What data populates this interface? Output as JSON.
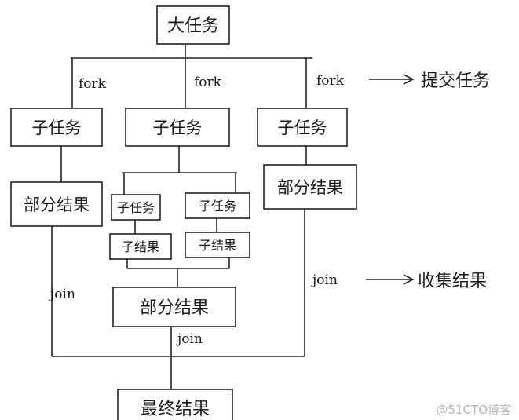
{
  "diagram": {
    "root_task": "大任务",
    "subtasks": [
      "子任务",
      "子任务",
      "子任务"
    ],
    "nested_subtasks": [
      "子任务",
      "子任务"
    ],
    "nested_results": [
      "子结果",
      "子结果"
    ],
    "partial_results": {
      "left": "部分结果",
      "right": "部分结果",
      "middle": "部分结果"
    },
    "final_result": "最终结果",
    "fork_labels": [
      "fork",
      "fork",
      "fork"
    ],
    "join_labels": [
      "join",
      "join",
      "join"
    ],
    "annotations": {
      "submit_task": "提交任务",
      "collect_results": "收集结果"
    }
  },
  "watermark": "@51CTO博客"
}
